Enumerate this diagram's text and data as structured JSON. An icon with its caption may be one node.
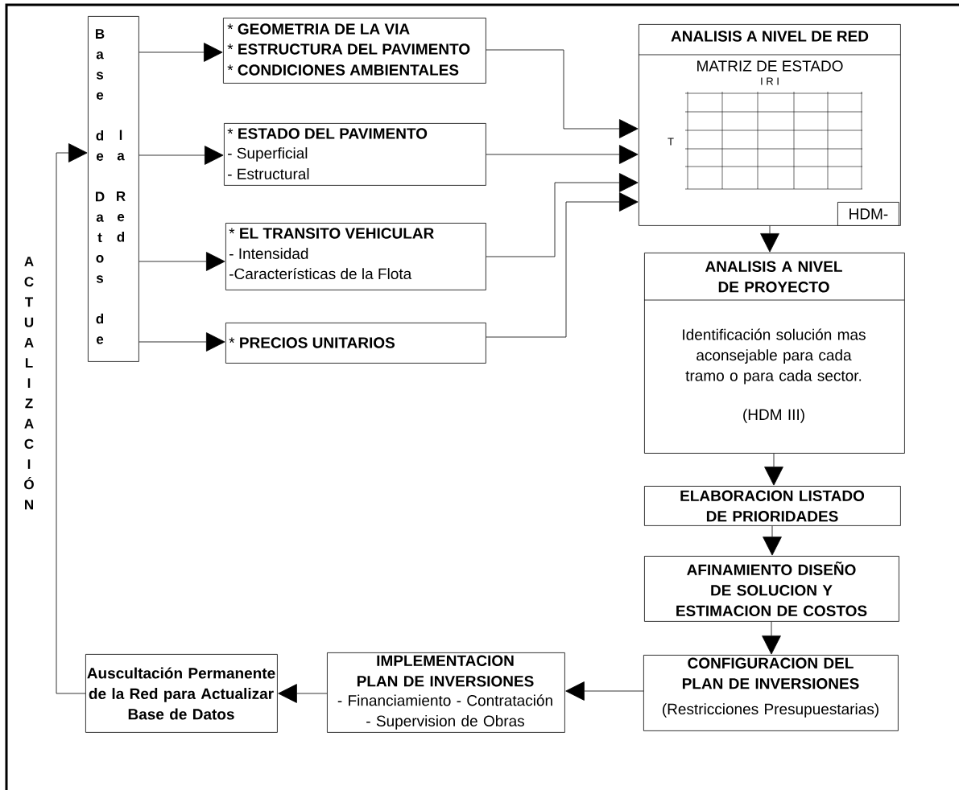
{
  "diagram": {
    "nodes": [
      {
        "text": [
          "Base de Datos de",
          "la Red"
        ]
      },
      {
        "text": [
          "* **GEOMETRIA DE LA VIA**",
          "* **ESTRUCTURA DEL PAVIMENTO**",
          "* **CONDICIONES AMBIENTALES**"
        ]
      },
      {
        "text": [
          "* **ESTADO DEL PAVIMENTO**",
          "- Superficial",
          "- Estructural"
        ]
      },
      {
        "text": [
          "* **EL TRANSITO VEHICULAR**",
          "- Intensidad",
          "-Características de la Flota"
        ]
      },
      {
        "text": [
          "* **PRECIOS UNITARIOS**"
        ]
      },
      {
        "text": [
          "ANALISIS A NIVEL DE RED",
          "MATRIZ DE ESTADO",
          "I R I",
          "T"
        ]
      },
      {
        "text": [
          "HDM-"
        ],
        "in": 5
      },
      {
        "text": [
          "ANALISIS A NIVEL DE PROYECTO",
          "Identificación solución mas aconsejable para cada tramo o para cada sector.",
          "(HDM III)"
        ]
      },
      {
        "text": [
          "ELABORACION LISTADO DE PRIORIDADES"
        ]
      },
      {
        "text": [
          "AFINAMIENTO DISEÑO DE SOLUCION Y ESTIMACION DE COSTOS"
        ]
      },
      {
        "text": [
          "CONFIGURACION DEL PLAN DE INVERSIONES",
          "(Restricciones Presupuestarias)"
        ]
      },
      {
        "text": [
          "IMPLEMENTACION PLAN DE INVERSIONES",
          "- Financiamiento - Contratación - Supervision de Obras"
        ]
      },
      {
        "text": [
          "Auscultación Permanente de la Red para Actualizar Base de Datos"
        ]
      }
    ],
    "edges": [
      {
        "from": 0,
        "to": 1,
        "arrow": "to"
      },
      {
        "from": 0,
        "to": 2,
        "arrow": "to"
      },
      {
        "from": 0,
        "to": 3,
        "arrow": "to"
      },
      {
        "from": 0,
        "to": 4,
        "arrow": "to"
      },
      {
        "from": 1,
        "to": 5,
        "arrow": "to"
      },
      {
        "from": 2,
        "to": 5,
        "arrow": "to"
      },
      {
        "from": 3,
        "to": 5,
        "arrow": "to"
      },
      {
        "from": 4,
        "to": 5,
        "arrow": "to"
      },
      {
        "from": 5,
        "to": 7,
        "arrow": "to"
      },
      {
        "from": 7,
        "to": 8,
        "arrow": "to"
      },
      {
        "from": 8,
        "to": 9,
        "arrow": "to"
      },
      {
        "from": 9,
        "to": 10,
        "arrow": "to"
      },
      {
        "from": 10,
        "to": 11,
        "arrow": "to"
      },
      {
        "from": 11,
        "to": 12,
        "arrow": "to"
      },
      {
        "from": 12,
        "to": 0,
        "arrow": "to"
      }
    ],
    "labels": [
      "ACTUALIZACIÓN"
    ]
  }
}
